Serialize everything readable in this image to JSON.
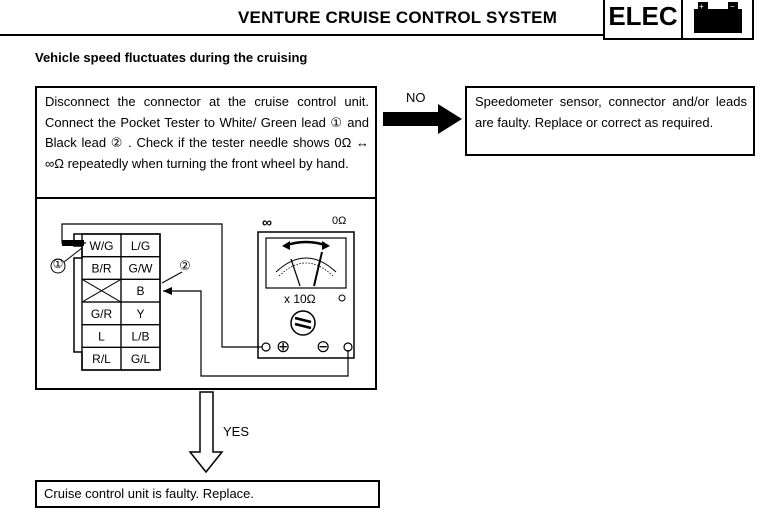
{
  "header": {
    "title": "VENTURE CRUISE CONTROL SYSTEM",
    "badge": "ELEC",
    "battery_icon": "battery-icon"
  },
  "subtitle": "Vehicle speed fluctuates during the cruising",
  "step": {
    "text": "Disconnect the connector at the cruise control unit. Connect the Pocket Tester to White/ Green lead ① and Black lead ② . Check if the tester needle shows 0Ω ↔ ∞Ω repeatedly when turning the front wheel by hand."
  },
  "branches": {
    "no_label": "NO",
    "yes_label": "YES"
  },
  "no_result": "Speedometer sensor, connector and/or leads are faulty. Replace or correct as required.",
  "yes_result": "Cruise control unit is faulty. Replace.",
  "connector": {
    "rows": [
      [
        "W/G",
        "L/G"
      ],
      [
        "B/R",
        "G/W"
      ],
      [
        "",
        "B"
      ],
      [
        "G/R",
        "Y"
      ],
      [
        "L",
        "L/B"
      ],
      [
        "R/L",
        "G/L"
      ]
    ],
    "lead_1": "①",
    "lead_2": "②"
  },
  "tester": {
    "infinity_label": "∞",
    "zero_label": "0Ω",
    "range_label": "x 10Ω",
    "plus_terminal": "⊕",
    "minus_terminal": "⊖"
  }
}
